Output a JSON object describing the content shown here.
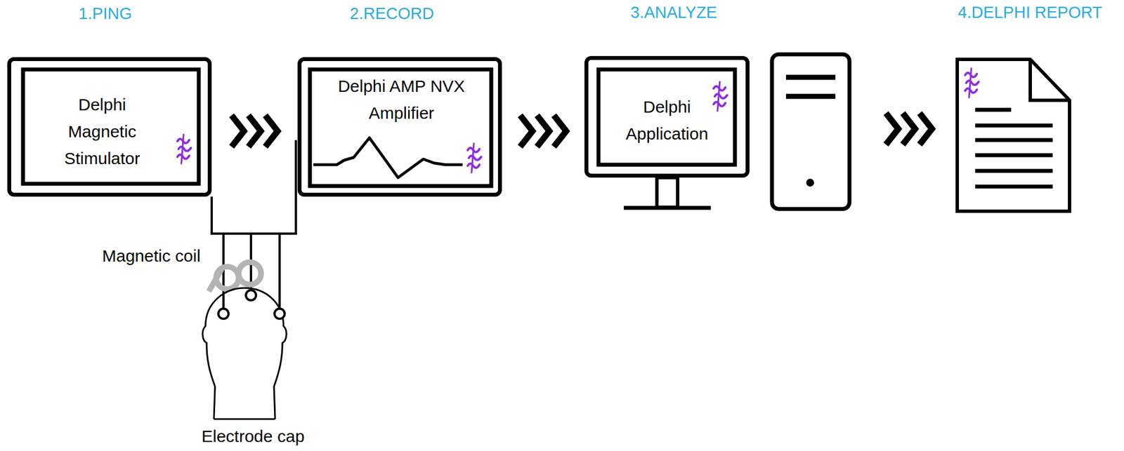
{
  "diagram": {
    "nodes": [
      {
        "text": [
          "Delphi Magnetic Stimulator"
        ]
      },
      {
        "text": [
          "Delphi AMP NVX Amplifier"
        ]
      },
      {
        "text": [
          "Delphi Application"
        ]
      }
    ],
    "edges": [
      {
        "from": 0,
        "to": 1,
        "arrow": "to"
      },
      {
        "from": 1,
        "to": 2,
        "arrow": "to"
      }
    ],
    "labels": [
      "1.PING",
      "2.RECORD",
      "3.ANALYZE",
      "4.DELPHI REPORT",
      "Magnetic coil",
      "Electrode cap"
    ]
  }
}
